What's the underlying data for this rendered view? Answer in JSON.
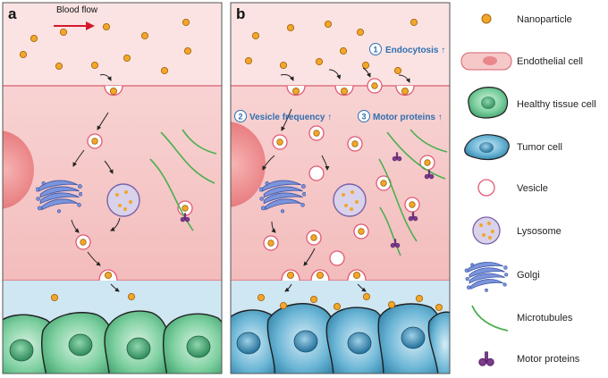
{
  "panels": {
    "a": {
      "letter": "a",
      "flow_label": "Blood flow"
    },
    "b": {
      "letter": "b",
      "steps": [
        {
          "num": "1",
          "label": "Endocytosis ↑"
        },
        {
          "num": "2",
          "label": "Vesicle frequency ↑"
        },
        {
          "num": "3",
          "label": "Motor proteins ↑"
        }
      ]
    }
  },
  "legend": [
    {
      "label": "Nanoparticle",
      "icon": "nanoparticle-icon"
    },
    {
      "label": "Endothelial cell",
      "icon": "endothelial-cell-icon"
    },
    {
      "label": "Healthy tissue cell",
      "icon": "healthy-cell-icon"
    },
    {
      "label": "Tumor cell",
      "icon": "tumor-cell-icon"
    },
    {
      "label": "Vesicle",
      "icon": "vesicle-icon"
    },
    {
      "label": "Lysosome",
      "icon": "lysosome-icon"
    },
    {
      "label": "Golgi",
      "icon": "golgi-icon"
    },
    {
      "label": "Microtubules",
      "icon": "microtubule-icon"
    },
    {
      "label": "Motor proteins",
      "icon": "motor-protein-icon"
    }
  ],
  "colors": {
    "vessel": "#fbe3e3",
    "endothelium": "#f6c9c9",
    "interstitium": "#cfe6f3",
    "healthy_cell": "#5bbf8a",
    "tumor_cell": "#3d9bc2",
    "nanoparticle": "#f2a72b",
    "vesicle_ring": "#e05a75",
    "golgi": "#5b78c9",
    "microtubule": "#4caf50",
    "motor": "#7d3a8e",
    "step_text": "#2f6fb0",
    "flow_arrow": "#d3192b"
  }
}
